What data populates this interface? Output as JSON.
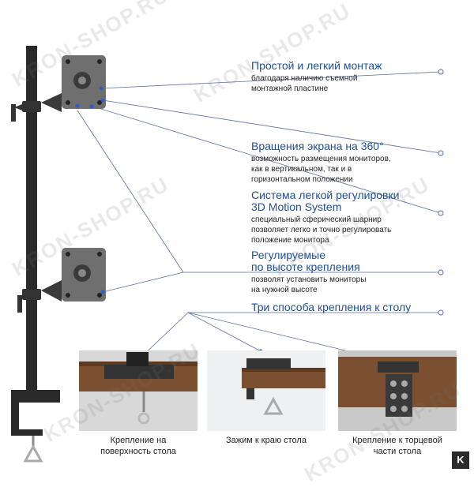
{
  "features": [
    {
      "title": "Простой и легкий монтаж",
      "desc": [
        "благодаря наличию съемной",
        "монтажной пластине"
      ]
    },
    {
      "title": "Вращения экрана на 360°",
      "desc": [
        "возможность размещения мониторов,",
        "как в вертикальном, так и в",
        "горизонтальном положении"
      ]
    },
    {
      "title": "Система легкой регулировки",
      "title2": "3D Motion System",
      "desc": [
        "специальный сферический шарнир",
        "позволяет легко и точно регулировать",
        "положение монитора"
      ]
    },
    {
      "title": "Регулируемые",
      "title2": "по высоте крепления",
      "desc": [
        "позволят установить мониторы",
        "на нужной высоте"
      ]
    },
    {
      "title": "Три способа крепления к столу",
      "desc": []
    }
  ],
  "captions": [
    [
      "Крепление на",
      "поверхность стола"
    ],
    [
      "Зажим к краю стола"
    ],
    [
      "Крепление к торцевой",
      "части стола"
    ]
  ],
  "watermark": "KRON-SHOP.RU",
  "corner_logo": "K",
  "colors": {
    "title": "#1f4f8f",
    "line": "#5a6ea0",
    "dot": "#2a5fc8",
    "wood": "#7a5030",
    "pole": "#2a2a2a",
    "plate": "#6f6f6f"
  }
}
